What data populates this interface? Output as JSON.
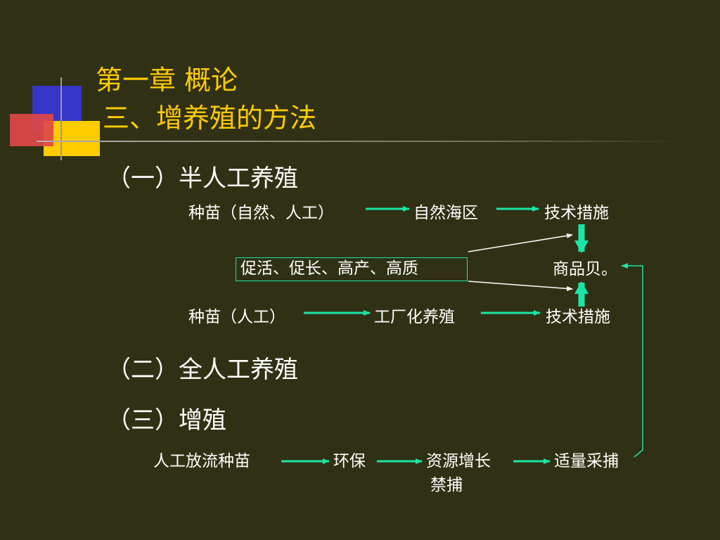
{
  "slide": {
    "chapter_title": "第一章  概论",
    "section_title": "三、增养殖的方法"
  },
  "sections": [
    {
      "heading": "（一）半人工养殖"
    },
    {
      "heading": "（二）全人工养殖"
    },
    {
      "heading": "（三）增殖"
    }
  ],
  "flow": {
    "row1": [
      "种苗（自然、人工）",
      "自然海区",
      "技术措施"
    ],
    "center_box": "促活、促长、高产、高质",
    "result": "商品贝。",
    "row2": [
      "种苗（人工）",
      "工厂化养殖",
      "技术措施"
    ],
    "row3": [
      "人工放流种苗",
      "环保",
      "资源增长",
      "适量采捕"
    ],
    "row3_sub": "禁捕"
  },
  "colors": {
    "background": "#303014",
    "title": "#FFCC00",
    "text": "#FFFFFF",
    "arrow": "#19E6A6",
    "deco_blue": "#3333CC",
    "deco_red": "#E04848",
    "deco_yellow": "#FFCC00"
  }
}
